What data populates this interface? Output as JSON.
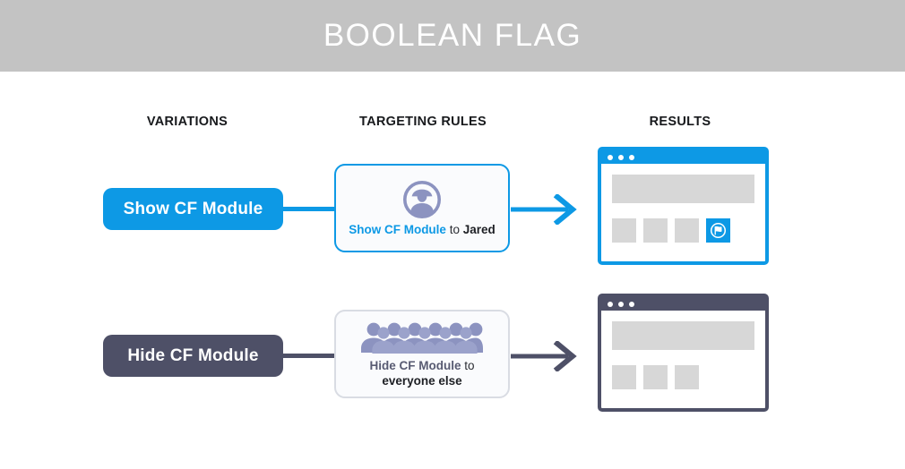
{
  "header": {
    "title": "BOOLEAN FLAG",
    "background_color": "#c3c3c3",
    "text_color": "#ffffff"
  },
  "colors": {
    "accent_blue": "#0d99e5",
    "accent_slate": "#4e5067",
    "icon_purple": "#8c93c0",
    "placeholder_gray": "#d7d7d7",
    "card_background": "#fafbfd"
  },
  "columns": [
    {
      "label": "VARIATIONS"
    },
    {
      "label": "TARGETING RULES"
    },
    {
      "label": "RESULTS"
    }
  ],
  "rows": [
    {
      "variation": {
        "label": "Show CF Module",
        "color": "#0d99e5"
      },
      "rule": {
        "icon": "single-person-icon",
        "action_text": "Show CF Module",
        "connector_text": "to",
        "audience_text": "Jared",
        "border_color": "#0d99e5",
        "action_color": "#0d99e5"
      },
      "arrow": {
        "icon": "arrow-right-icon",
        "color": "#0d99e5"
      },
      "result": {
        "window_chrome_color": "#0d99e5",
        "dot_count": 3,
        "tiles": [
          {
            "state": "placeholder"
          },
          {
            "state": "placeholder"
          },
          {
            "state": "placeholder"
          },
          {
            "state": "flagged",
            "icon": "chat-bubble-flag-icon"
          }
        ]
      }
    },
    {
      "variation": {
        "label": "Hide CF Module",
        "color": "#4e5067"
      },
      "rule": {
        "icon": "crowd-of-people-icon",
        "action_text": "Hide CF Module",
        "connector_text": "to",
        "audience_text": "everyone else",
        "border_color": "#d9dce3",
        "action_color": "#585b72"
      },
      "arrow": {
        "icon": "arrow-right-icon",
        "color": "#4e5067"
      },
      "result": {
        "window_chrome_color": "#4e5067",
        "dot_count": 3,
        "tiles": [
          {
            "state": "placeholder"
          },
          {
            "state": "placeholder"
          },
          {
            "state": "placeholder"
          }
        ]
      }
    }
  ]
}
